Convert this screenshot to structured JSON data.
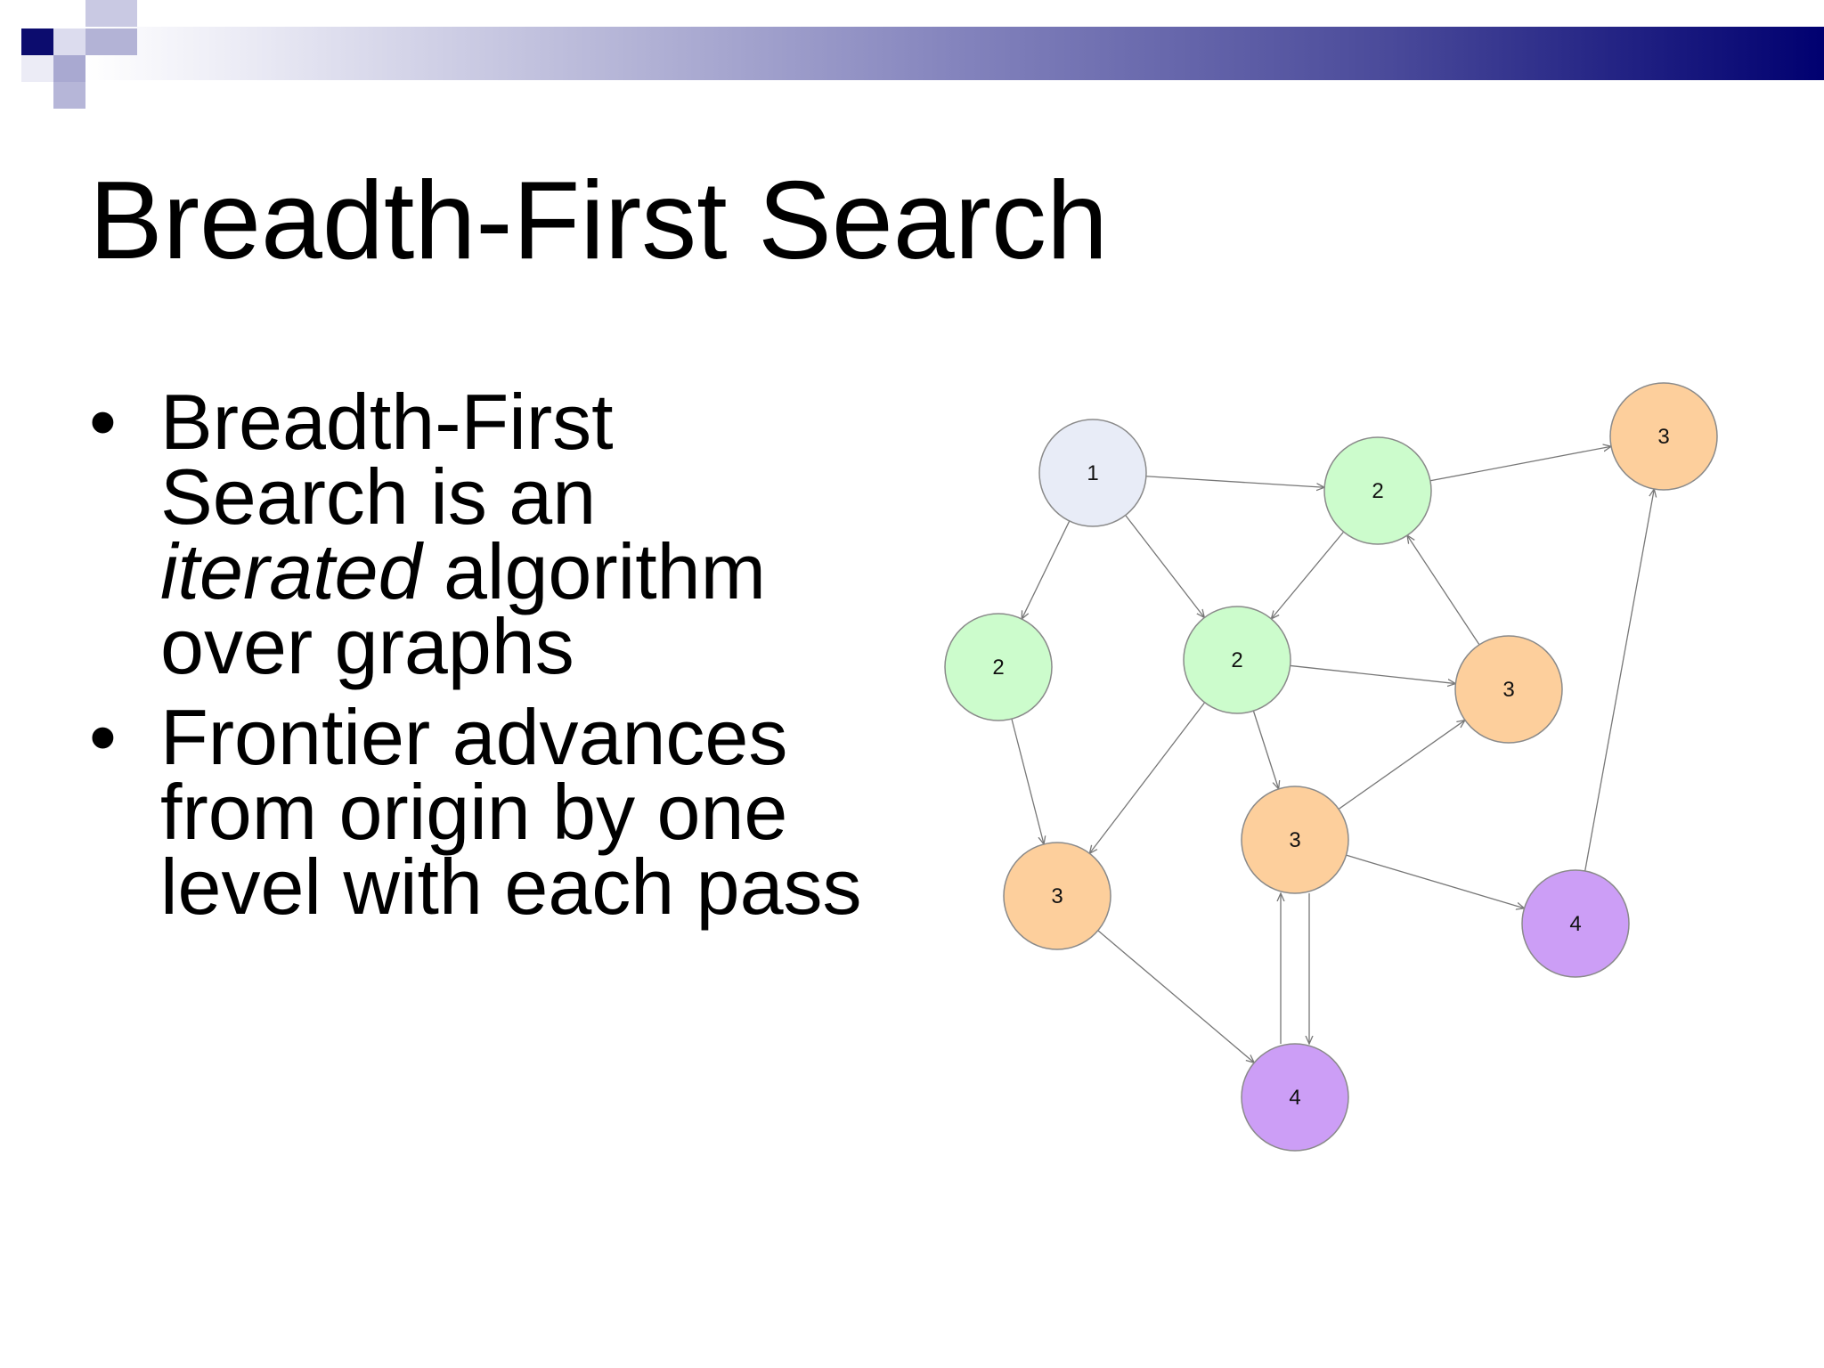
{
  "slide": {
    "title": "Breadth-First Search",
    "bullets": [
      {
        "lines": [
          {
            "text": "Breadth-First",
            "italic_part": "",
            "rest": ""
          },
          {
            "text": "Search is an",
            "italic_part": "",
            "rest": ""
          },
          {
            "text": "",
            "italic_part": "iterated",
            "rest": " algorithm"
          },
          {
            "text": "over graphs",
            "italic_part": "",
            "rest": ""
          }
        ]
      },
      {
        "lines": [
          {
            "text": "Frontier advances",
            "italic_part": "",
            "rest": ""
          },
          {
            "text": "from origin by one",
            "italic_part": "",
            "rest": ""
          },
          {
            "text": "level with each pass",
            "italic_part": "",
            "rest": ""
          }
        ]
      }
    ],
    "bullet_char": "•"
  },
  "graph": {
    "colors": {
      "level1": "#e8ecf7",
      "level2": "#ccfccc",
      "level3": "#fdcf9c",
      "level4": "#cc9ef6",
      "stroke": "#8a8a8a",
      "edge": "#777777"
    },
    "nodes": [
      {
        "id": "n1",
        "label": "1",
        "level": 1
      },
      {
        "id": "n2a",
        "label": "2",
        "level": 2
      },
      {
        "id": "n2b",
        "label": "2",
        "level": 2
      },
      {
        "id": "n2c",
        "label": "2",
        "level": 2
      },
      {
        "id": "n3a",
        "label": "3",
        "level": 3
      },
      {
        "id": "n3b",
        "label": "3",
        "level": 3
      },
      {
        "id": "n3c",
        "label": "3",
        "level": 3
      },
      {
        "id": "n3d",
        "label": "3",
        "level": 3
      },
      {
        "id": "n4a",
        "label": "4",
        "level": 4
      },
      {
        "id": "n4b",
        "label": "4",
        "level": 4
      }
    ],
    "edges": [
      [
        "n1",
        "n2a"
      ],
      [
        "n1",
        "n2b"
      ],
      [
        "n1",
        "n2c"
      ],
      [
        "n2a",
        "n3a"
      ],
      [
        "n2b",
        "n3b"
      ],
      [
        "n2c",
        "n2b"
      ],
      [
        "n2b",
        "n3c"
      ],
      [
        "n2b",
        "n3a"
      ],
      [
        "n2c",
        "n3d"
      ],
      [
        "n3b",
        "n2c"
      ],
      [
        "n3c",
        "n3b"
      ],
      [
        "n3c",
        "n4a"
      ],
      [
        "n3c",
        "n4b"
      ],
      [
        "n4b",
        "n3c"
      ],
      [
        "n3a",
        "n4b"
      ],
      [
        "n4a",
        "n3d"
      ]
    ]
  }
}
